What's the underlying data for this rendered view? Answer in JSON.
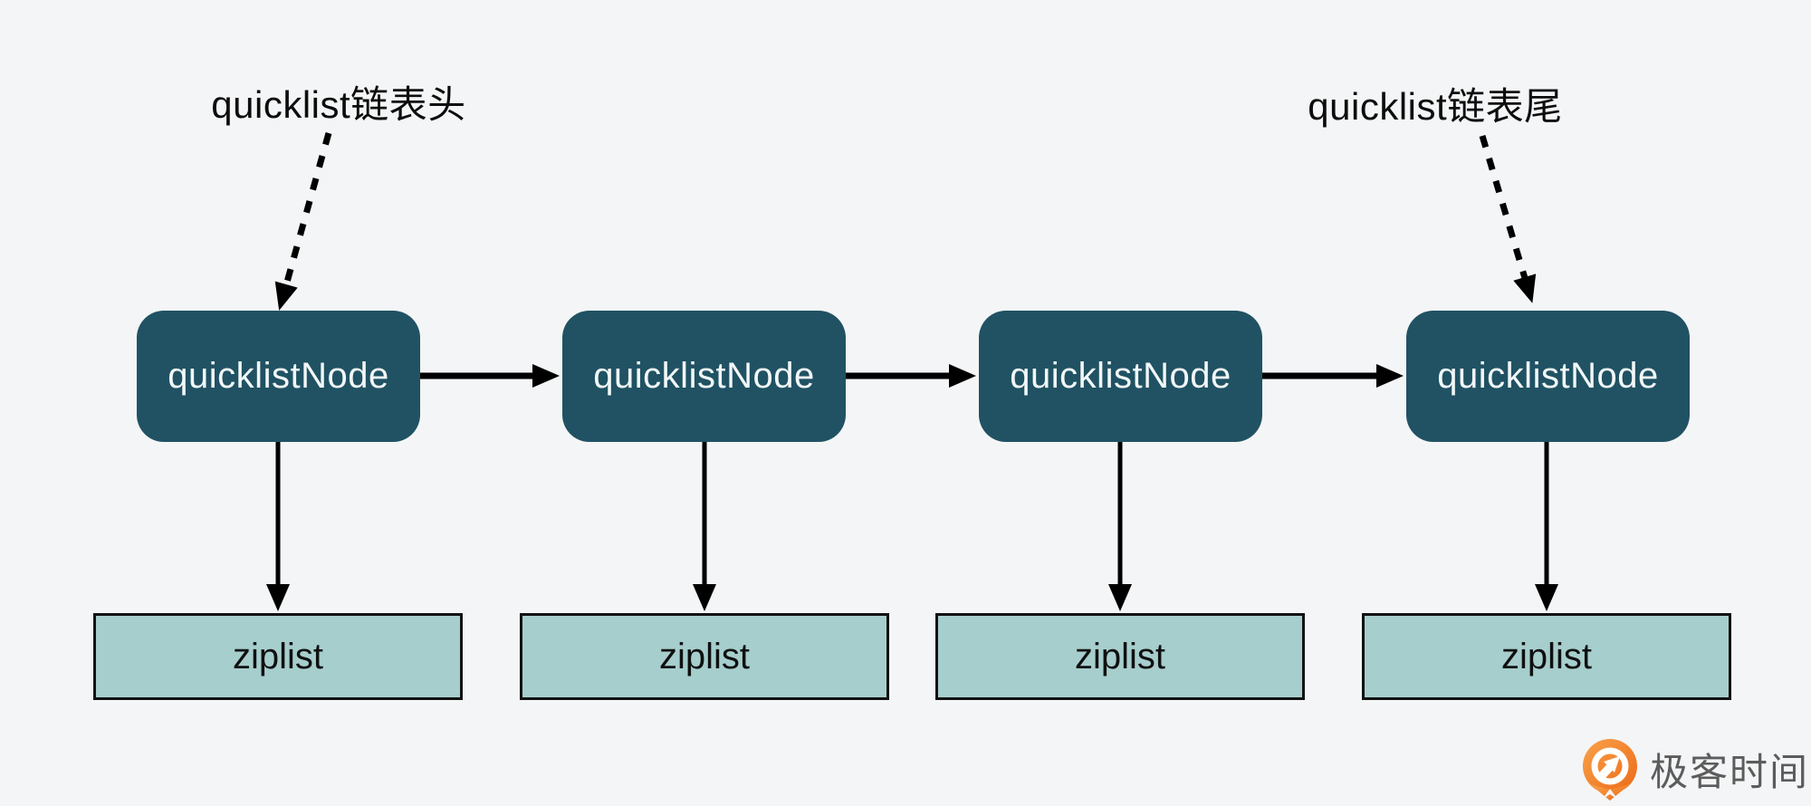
{
  "canvas": {
    "background": "#f4f5f6"
  },
  "annotations": {
    "head_label": "quicklist链表头",
    "tail_label": "quicklist链表尾"
  },
  "nodes": [
    {
      "label": "quicklistNode"
    },
    {
      "label": "quicklistNode"
    },
    {
      "label": "quicklistNode"
    },
    {
      "label": "quicklistNode"
    }
  ],
  "ziplists": [
    {
      "label": "ziplist"
    },
    {
      "label": "ziplist"
    },
    {
      "label": "ziplist"
    },
    {
      "label": "ziplist"
    }
  ],
  "logo": {
    "text": "极客时间",
    "icon": "geektime-pin-icon",
    "accent_color": "#ee6f14",
    "accent_color_light": "#f9a24a",
    "text_color": "#5c5c5c"
  },
  "colors": {
    "node_fill": "#205263",
    "node_text": "#f2f7f8",
    "ziplist_fill": "#a6cecd",
    "ziplist_border": "#121212",
    "arrow": "#000000",
    "background": "#f4f5f6"
  }
}
